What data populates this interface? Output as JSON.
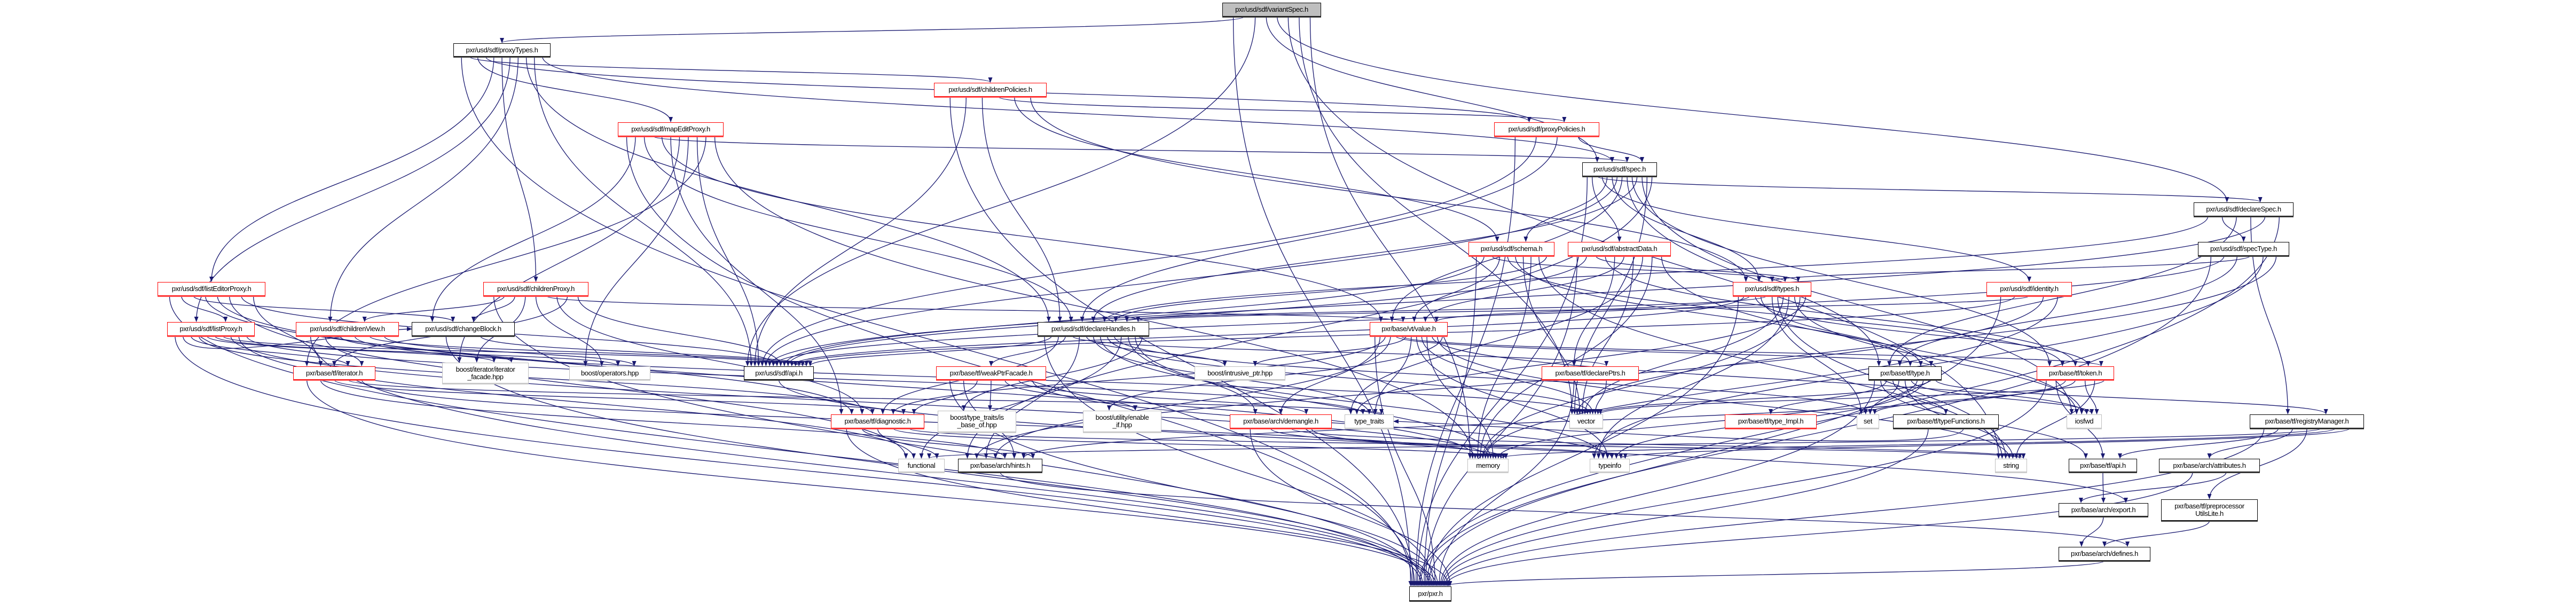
{
  "graph_title": "pxr/usd/sdf/variantSpec.h",
  "colors": {
    "edge": "#191970",
    "truncated_border": "#ff0000",
    "system_border": "#bfbfbf",
    "root_fill": "#bfbfbf"
  },
  "nodes": {
    "variantSpec": {
      "label": "pxr/usd/sdf/variantSpec.h",
      "style": "root"
    },
    "proxyTypes": {
      "label": "pxr/usd/sdf/proxyTypes.h",
      "style": "normal"
    },
    "childrenPolicies": {
      "label": "pxr/usd/sdf/childrenPolicies.h",
      "style": "red"
    },
    "mapEditProxy": {
      "label": "pxr/usd/sdf/mapEditProxy.h",
      "style": "red"
    },
    "proxyPolicies": {
      "label": "pxr/usd/sdf/proxyPolicies.h",
      "style": "red"
    },
    "spec": {
      "label": "pxr/usd/sdf/spec.h",
      "style": "normal"
    },
    "declareSpec": {
      "label": "pxr/usd/sdf/declareSpec.h",
      "style": "normal"
    },
    "specType": {
      "label": "pxr/usd/sdf/specType.h",
      "style": "normal"
    },
    "listEditorProxy": {
      "label": "pxr/usd/sdf/listEditorProxy.h",
      "style": "red"
    },
    "childrenProxy": {
      "label": "pxr/usd/sdf/childrenProxy.h",
      "style": "red"
    },
    "schema": {
      "label": "pxr/usd/sdf/schema.h",
      "style": "red"
    },
    "abstractData": {
      "label": "pxr/usd/sdf/abstractData.h",
      "style": "red"
    },
    "sdfTypes": {
      "label": "pxr/usd/sdf/types.h",
      "style": "red"
    },
    "identity": {
      "label": "pxr/usd/sdf/identity.h",
      "style": "red"
    },
    "listProxy": {
      "label": "pxr/usd/sdf/listProxy.h",
      "style": "red"
    },
    "childrenView": {
      "label": "pxr/usd/sdf/childrenView.h",
      "style": "red"
    },
    "changeBlock": {
      "label": "pxr/usd/sdf/changeBlock.h",
      "style": "normal"
    },
    "declareHandles": {
      "label": "pxr/usd/sdf/declareHandles.h",
      "style": "normal"
    },
    "vtValue": {
      "label": "pxr/base/vt/value.h",
      "style": "red"
    },
    "tfIterator": {
      "label": "pxr/base/tf/iterator.h",
      "style": "red"
    },
    "iteratorFacade": {
      "label": "boost/iterator/iterator\n_facade.hpp",
      "style": "sys"
    },
    "boostOperators": {
      "label": "boost/operators.hpp",
      "style": "sys"
    },
    "sdfApi": {
      "label": "pxr/usd/sdf/api.h",
      "style": "normal"
    },
    "weakPtrFacade": {
      "label": "pxr/base/tf/weakPtrFacade.h",
      "style": "red"
    },
    "intrusivePtr": {
      "label": "boost/intrusive_ptr.hpp",
      "style": "sys"
    },
    "declarePtrs": {
      "label": "pxr/base/tf/declarePtrs.h",
      "style": "red"
    },
    "tfType": {
      "label": "pxr/base/tf/type.h",
      "style": "normal"
    },
    "tfToken": {
      "label": "pxr/base/tf/token.h",
      "style": "red"
    },
    "diagnostic": {
      "label": "pxr/base/tf/diagnostic.h",
      "style": "red"
    },
    "isBaseOf": {
      "label": "boost/type_traits/is\n_base_of.hpp",
      "style": "sys"
    },
    "enableIf": {
      "label": "boost/utility/enable\n_if.hpp",
      "style": "sys"
    },
    "demangle": {
      "label": "pxr/base/arch/demangle.h",
      "style": "red"
    },
    "typeTraits": {
      "label": "type_traits",
      "style": "sys"
    },
    "vector": {
      "label": "vector",
      "style": "sys"
    },
    "set": {
      "label": "set",
      "style": "sys"
    },
    "typeImpl": {
      "label": "pxr/base/tf/type_Impl.h",
      "style": "red"
    },
    "typeFunctions": {
      "label": "pxr/base/tf/typeFunctions.h",
      "style": "normal"
    },
    "iosfwd": {
      "label": "iosfwd",
      "style": "sys"
    },
    "registryManager": {
      "label": "pxr/base/tf/registryManager.h",
      "style": "normal"
    },
    "functional": {
      "label": "functional",
      "style": "sys"
    },
    "hints": {
      "label": "pxr/base/arch/hints.h",
      "style": "normal"
    },
    "memory": {
      "label": "memory",
      "style": "sys"
    },
    "typeinfo": {
      "label": "typeinfo",
      "style": "sys"
    },
    "string": {
      "label": "string",
      "style": "sys"
    },
    "tfApi": {
      "label": "pxr/base/tf/api.h",
      "style": "normal"
    },
    "attributes": {
      "label": "pxr/base/arch/attributes.h",
      "style": "normal"
    },
    "archExport": {
      "label": "pxr/base/arch/export.h",
      "style": "normal"
    },
    "preprocessorUtilsLite": {
      "label": "pxr/base/tf/preprocessor\nUtilsLite.h",
      "style": "normal"
    },
    "archDefines": {
      "label": "pxr/base/arch/defines.h",
      "style": "normal"
    },
    "pxr": {
      "label": "pxr/pxr.h",
      "style": "normal"
    }
  },
  "edges": [
    [
      "variantSpec",
      "pxr"
    ],
    [
      "variantSpec",
      "proxyTypes"
    ],
    [
      "variantSpec",
      "sdfApi"
    ],
    [
      "variantSpec",
      "spec"
    ],
    [
      "variantSpec",
      "declareSpec"
    ],
    [
      "variantSpec",
      "string"
    ],
    [
      "variantSpec",
      "vector"
    ],
    [
      "variantSpec",
      "memory"
    ],
    [
      "proxyTypes",
      "pxr"
    ],
    [
      "proxyTypes",
      "childrenPolicies"
    ],
    [
      "proxyTypes",
      "mapEditProxy"
    ],
    [
      "proxyTypes",
      "proxyPolicies"
    ],
    [
      "proxyTypes",
      "listEditorProxy"
    ],
    [
      "proxyTypes",
      "childrenProxy"
    ],
    [
      "proxyTypes",
      "listProxy"
    ],
    [
      "proxyTypes",
      "childrenView"
    ],
    [
      "proxyTypes",
      "declareHandles"
    ],
    [
      "proxyTypes",
      "sdfApi"
    ],
    [
      "proxyTypes",
      "spec"
    ],
    [
      "childrenPolicies",
      "pxr"
    ],
    [
      "childrenPolicies",
      "sdfApi"
    ],
    [
      "childrenPolicies",
      "declareHandles"
    ],
    [
      "childrenPolicies",
      "proxyPolicies"
    ],
    [
      "childrenPolicies",
      "schema"
    ],
    [
      "childrenPolicies",
      "sdfTypes"
    ],
    [
      "mapEditProxy",
      "pxr"
    ],
    [
      "mapEditProxy",
      "changeBlock"
    ],
    [
      "mapEditProxy",
      "declareHandles"
    ],
    [
      "mapEditProxy",
      "spec"
    ],
    [
      "mapEditProxy",
      "vtValue"
    ],
    [
      "mapEditProxy",
      "diagnostic"
    ],
    [
      "mapEditProxy",
      "iteratorFacade"
    ],
    [
      "mapEditProxy",
      "boostOperators"
    ],
    [
      "mapEditProxy",
      "sdfApi"
    ],
    [
      "mapEditProxy",
      "tfIterator"
    ],
    [
      "mapEditProxy",
      "memory"
    ],
    [
      "proxyPolicies",
      "pxr"
    ],
    [
      "proxyPolicies",
      "sdfApi"
    ],
    [
      "proxyPolicies",
      "declareHandles"
    ],
    [
      "proxyPolicies",
      "spec"
    ],
    [
      "spec",
      "pxr"
    ],
    [
      "spec",
      "abstractData"
    ],
    [
      "spec",
      "declareSpec"
    ],
    [
      "spec",
      "identity"
    ],
    [
      "spec",
      "schema"
    ],
    [
      "spec",
      "sdfTypes"
    ],
    [
      "spec",
      "sdfApi"
    ],
    [
      "spec",
      "vtValue"
    ],
    [
      "spec",
      "tfType"
    ],
    [
      "spec",
      "tfToken"
    ],
    [
      "spec",
      "declareHandles"
    ],
    [
      "spec",
      "iosfwd"
    ],
    [
      "spec",
      "vector"
    ],
    [
      "spec",
      "hints"
    ],
    [
      "declareSpec",
      "declareHandles"
    ],
    [
      "declareSpec",
      "specType"
    ],
    [
      "declareSpec",
      "tfType"
    ],
    [
      "declareSpec",
      "registryManager"
    ],
    [
      "declareSpec",
      "sdfApi"
    ],
    [
      "declareSpec",
      "pxr"
    ],
    [
      "specType",
      "pxr"
    ],
    [
      "specType",
      "sdfApi"
    ],
    [
      "specType",
      "tfType"
    ],
    [
      "specType",
      "sdfTypes"
    ],
    [
      "specType",
      "typeinfo"
    ],
    [
      "specType",
      "vector"
    ],
    [
      "listEditorProxy",
      "pxr"
    ],
    [
      "listEditorProxy",
      "listProxy"
    ],
    [
      "listEditorProxy",
      "changeBlock"
    ],
    [
      "listEditorProxy",
      "diagnostic"
    ],
    [
      "listEditorProxy",
      "memory"
    ],
    [
      "listEditorProxy",
      "functional"
    ],
    [
      "listEditorProxy",
      "sdfApi"
    ],
    [
      "listEditorProxy",
      "tfIterator"
    ],
    [
      "childrenProxy",
      "pxr"
    ],
    [
      "childrenProxy",
      "childrenView"
    ],
    [
      "childrenProxy",
      "changeBlock"
    ],
    [
      "childrenProxy",
      "iteratorFacade"
    ],
    [
      "childrenProxy",
      "boostOperators"
    ],
    [
      "childrenProxy",
      "vtValue"
    ],
    [
      "childrenProxy",
      "diagnostic"
    ],
    [
      "childrenProxy",
      "tfIterator"
    ],
    [
      "childrenProxy",
      "sdfApi"
    ],
    [
      "schema",
      "pxr"
    ],
    [
      "schema",
      "sdfApi"
    ],
    [
      "schema",
      "sdfTypes"
    ],
    [
      "schema",
      "vtValue"
    ],
    [
      "schema",
      "tfToken"
    ],
    [
      "schema",
      "tfType"
    ],
    [
      "schema",
      "vector"
    ],
    [
      "schema",
      "memory"
    ],
    [
      "schema",
      "string"
    ],
    [
      "schema",
      "declareHandles"
    ],
    [
      "abstractData",
      "pxr"
    ],
    [
      "abstractData",
      "sdfApi"
    ],
    [
      "abstractData",
      "sdfTypes"
    ],
    [
      "abstractData",
      "tfToken"
    ],
    [
      "abstractData",
      "declarePtrs"
    ],
    [
      "abstractData",
      "vtValue"
    ],
    [
      "abstractData",
      "vector"
    ],
    [
      "abstractData",
      "typeTraits"
    ],
    [
      "abstractData",
      "memory"
    ],
    [
      "abstractData",
      "iosfwd"
    ],
    [
      "sdfTypes",
      "pxr"
    ],
    [
      "sdfTypes",
      "sdfApi"
    ],
    [
      "sdfTypes",
      "vtValue"
    ],
    [
      "sdfTypes",
      "tfToken"
    ],
    [
      "sdfTypes",
      "tfType"
    ],
    [
      "sdfTypes",
      "declareHandles"
    ],
    [
      "sdfTypes",
      "set"
    ],
    [
      "sdfTypes",
      "string"
    ],
    [
      "sdfTypes",
      "vector"
    ],
    [
      "sdfTypes",
      "typeinfo"
    ],
    [
      "sdfTypes",
      "iosfwd"
    ],
    [
      "sdfTypes",
      "memory"
    ],
    [
      "sdfTypes",
      "typeTraits"
    ],
    [
      "identity",
      "pxr"
    ],
    [
      "identity",
      "sdfApi"
    ],
    [
      "identity",
      "declareHandles"
    ],
    [
      "identity",
      "hints"
    ],
    [
      "identity",
      "memory"
    ],
    [
      "listProxy",
      "pxr"
    ],
    [
      "listProxy",
      "changeBlock"
    ],
    [
      "listProxy",
      "tfIterator"
    ],
    [
      "listProxy",
      "diagnostic"
    ],
    [
      "listProxy",
      "iteratorFacade"
    ],
    [
      "listProxy",
      "boostOperators"
    ],
    [
      "listProxy",
      "sdfApi"
    ],
    [
      "listProxy",
      "memory"
    ],
    [
      "listProxy",
      "functional"
    ],
    [
      "listProxy",
      "typeTraits"
    ],
    [
      "childrenView",
      "pxr"
    ],
    [
      "childrenView",
      "tfIterator"
    ],
    [
      "childrenView",
      "iteratorFacade"
    ],
    [
      "childrenView",
      "vector"
    ],
    [
      "childrenView",
      "sdfApi"
    ],
    [
      "childrenView",
      "boostOperators"
    ],
    [
      "changeBlock",
      "pxr"
    ],
    [
      "changeBlock",
      "sdfApi"
    ],
    [
      "declareHandles",
      "pxr"
    ],
    [
      "declareHandles",
      "sdfApi"
    ],
    [
      "declareHandles",
      "diagnostic"
    ],
    [
      "declareHandles",
      "weakPtrFacade"
    ],
    [
      "declareHandles",
      "declarePtrs"
    ],
    [
      "declareHandles",
      "hints"
    ],
    [
      "declareHandles",
      "intrusivePtr"
    ],
    [
      "declareHandles",
      "typeTraits"
    ],
    [
      "declareHandles",
      "typeinfo"
    ],
    [
      "declareHandles",
      "vector"
    ],
    [
      "declareHandles",
      "set"
    ],
    [
      "declareHandles",
      "functional"
    ],
    [
      "declareHandles",
      "memory"
    ],
    [
      "declareHandles",
      "demangle"
    ],
    [
      "declareHandles",
      "isBaseOf"
    ],
    [
      "vtValue",
      "pxr"
    ],
    [
      "vtValue",
      "demangle"
    ],
    [
      "vtValue",
      "diagnostic"
    ],
    [
      "vtValue",
      "hints"
    ],
    [
      "vtValue",
      "tfType"
    ],
    [
      "vtValue",
      "tfToken"
    ],
    [
      "vtValue",
      "intrusivePtr"
    ],
    [
      "vtValue",
      "typeTraits"
    ],
    [
      "vtValue",
      "typeinfo"
    ],
    [
      "vtValue",
      "vector"
    ],
    [
      "vtValue",
      "memory"
    ],
    [
      "vtValue",
      "iosfwd"
    ],
    [
      "vtValue",
      "string"
    ],
    [
      "vtValue",
      "enableIf"
    ],
    [
      "tfIterator",
      "pxr"
    ],
    [
      "tfIterator",
      "hints"
    ],
    [
      "tfIterator",
      "diagnostic"
    ],
    [
      "tfIterator",
      "typeTraits"
    ],
    [
      "tfIterator",
      "memory"
    ],
    [
      "weakPtrFacade",
      "pxr"
    ],
    [
      "weakPtrFacade",
      "hints"
    ],
    [
      "weakPtrFacade",
      "diagnostic"
    ],
    [
      "weakPtrFacade",
      "isBaseOf"
    ],
    [
      "weakPtrFacade",
      "enableIf"
    ],
    [
      "weakPtrFacade",
      "demangle"
    ],
    [
      "weakPtrFacade",
      "typeinfo"
    ],
    [
      "declarePtrs",
      "pxr"
    ],
    [
      "declarePtrs",
      "vector"
    ],
    [
      "tfType",
      "pxr"
    ],
    [
      "tfType",
      "tfApi"
    ],
    [
      "tfType",
      "typeImpl"
    ],
    [
      "tfType",
      "typeFunctions"
    ],
    [
      "tfType",
      "set"
    ],
    [
      "tfType",
      "string"
    ],
    [
      "tfType",
      "iosfwd"
    ],
    [
      "tfType",
      "memory"
    ],
    [
      "tfType",
      "typeinfo"
    ],
    [
      "tfType",
      "vector"
    ],
    [
      "tfType",
      "registryManager"
    ],
    [
      "tfToken",
      "pxr"
    ],
    [
      "tfToken",
      "tfApi"
    ],
    [
      "tfToken",
      "hints"
    ],
    [
      "tfToken",
      "set"
    ],
    [
      "tfToken",
      "iosfwd"
    ],
    [
      "tfToken",
      "string"
    ],
    [
      "tfToken",
      "vector"
    ],
    [
      "typeFunctions",
      "pxr"
    ],
    [
      "typeFunctions",
      "typeTraits"
    ],
    [
      "registryManager",
      "pxr"
    ],
    [
      "registryManager",
      "tfApi"
    ],
    [
      "registryManager",
      "attributes"
    ],
    [
      "registryManager",
      "preprocessorUtilsLite"
    ],
    [
      "registryManager",
      "functional"
    ],
    [
      "registryManager",
      "memory"
    ],
    [
      "registryManager",
      "typeinfo"
    ],
    [
      "attributes",
      "pxr"
    ],
    [
      "attributes",
      "archExport"
    ],
    [
      "tfApi",
      "archExport"
    ],
    [
      "archExport",
      "archDefines"
    ],
    [
      "preprocessorUtilsLite",
      "archDefines"
    ],
    [
      "archDefines",
      "pxr"
    ],
    [
      "sdfApi",
      "archExport"
    ],
    [
      "diagnostic",
      "pxr"
    ],
    [
      "diagnostic",
      "hints"
    ],
    [
      "diagnostic",
      "functional"
    ],
    [
      "diagnostic",
      "memory"
    ],
    [
      "diagnostic",
      "string"
    ],
    [
      "hints",
      "archDefines"
    ],
    [
      "demangle",
      "pxr"
    ],
    [
      "demangle",
      "typeinfo"
    ],
    [
      "demangle",
      "string"
    ],
    [
      "demangle",
      "memory"
    ]
  ]
}
